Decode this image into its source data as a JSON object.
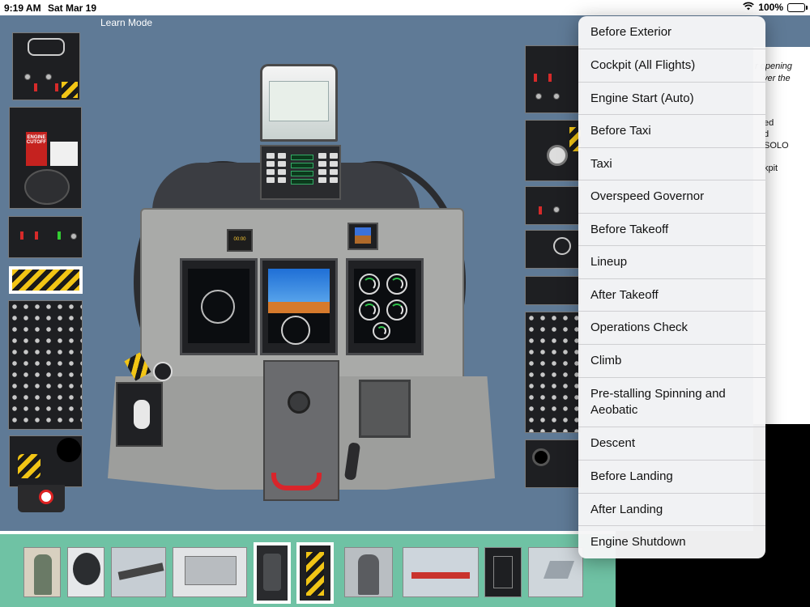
{
  "status_bar": {
    "time": "9:19 AM",
    "date": "Sat Mar 19",
    "battery": "100%",
    "battery_level": 1.0,
    "wifi_icon": "wifi-icon",
    "battery_icon": "battery-icon"
  },
  "canvas": {
    "mode_label": "Learn Mode",
    "cockpit_labels": {
      "engine_cutoff": "ENGINE CUTOFF",
      "clock": "00:00"
    }
  },
  "peek_text": {
    "lines": [
      "r opening",
      "ver the",
      "ed",
      "d",
      "SOLO",
      "kpit"
    ]
  },
  "menu": {
    "items": [
      {
        "label": "Before Exterior"
      },
      {
        "label": "Cockpit (All Flights)"
      },
      {
        "label": "Engine Start (Auto)"
      },
      {
        "label": "Before Taxi"
      },
      {
        "label": "Taxi"
      },
      {
        "label": "Overspeed Governor"
      },
      {
        "label": "Before Takeoff"
      },
      {
        "label": "Lineup"
      },
      {
        "label": "After Takeoff"
      },
      {
        "label": "Operations Check"
      },
      {
        "label": "Climb"
      },
      {
        "label": "Pre-stalling Spinning and Aeobatic"
      },
      {
        "label": "Descent"
      },
      {
        "label": "Before Landing"
      },
      {
        "label": "After Landing"
      },
      {
        "label": "Engine Shutdown"
      }
    ]
  },
  "thumbnails": [
    {
      "name": "pilot-gear"
    },
    {
      "name": "helmet"
    },
    {
      "name": "wing-detail"
    },
    {
      "name": "ground-cart"
    },
    {
      "name": "ejection-seat",
      "selected": true
    },
    {
      "name": "seat-pin-panel",
      "selected": true
    },
    {
      "name": "canopy-interior"
    },
    {
      "name": "aircraft-hangar"
    },
    {
      "name": "access-panel"
    },
    {
      "name": "tail-detail"
    }
  ],
  "colors": {
    "canvas_bg": "#5f7a96",
    "thumb_strip_bg": "#6fc2a4",
    "menu_bg": "#f6f6f7",
    "hazard_yellow": "#f2c515",
    "warning_red": "#c5221f"
  }
}
